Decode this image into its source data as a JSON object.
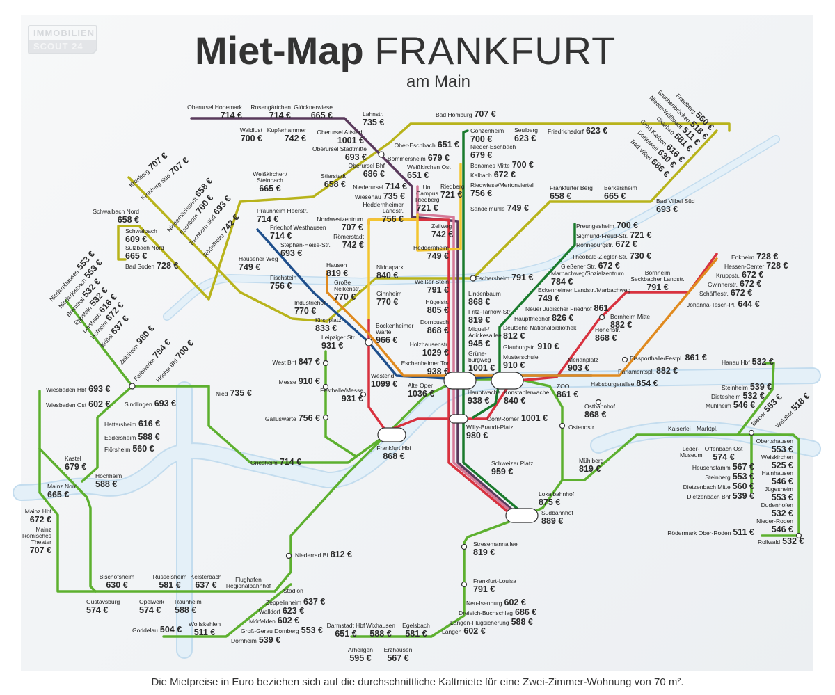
{
  "logo": {
    "line1": "IMMOBILIEN",
    "line2": "SCOUT 24"
  },
  "header": {
    "title_bold": "Miet-Map",
    "title_city": "FRANKFURT",
    "subtitle": "am Main"
  },
  "footer": "Die Mietpreise in Euro beziehen sich auf die durchschnittliche Kaltmiete für eine Zwei-Zimmer-Wohnung von 70 m².",
  "colors": {
    "s_bahn": "#5db02f",
    "olive": "#b8b31b",
    "u_purple": "#5a3a5c",
    "u_green": "#1b7b2d",
    "u_red": "#d8323f",
    "u_yellow": "#f3c531",
    "u_orange": "#e08a1f",
    "u_blue": "#1f4f8c",
    "u_pink": "#d57a98",
    "river": "#dcecf6"
  },
  "stations": [
    {
      "name": "Oberursel Hohemark",
      "price": "714 €"
    },
    {
      "name": "Rosengärtchen",
      "price": "714 €"
    },
    {
      "name": "Glöcknerwiese",
      "price": "665 €"
    },
    {
      "name": "Waldlust",
      "price": "700 €"
    },
    {
      "name": "Kupferhammer",
      "price": "742 €"
    },
    {
      "name": "Lahnstr.",
      "price": "735 €"
    },
    {
      "name": "Oberursel Altstadt",
      "price": "1001 €"
    },
    {
      "name": "Oberursel Stadtmitte",
      "price": "693 €"
    },
    {
      "name": "Oberursel Bhf",
      "price": "686 €"
    },
    {
      "name": "Niederursel",
      "price": "714 €"
    },
    {
      "name": "Wiesenau",
      "price": "735 €"
    },
    {
      "name": "Heddernheimer Landstr.",
      "price": "756 €"
    },
    {
      "name": "Bad Homburg",
      "price": "707 €"
    },
    {
      "name": "Seulberg",
      "price": "623 €"
    },
    {
      "name": "Friedrichsdorf",
      "price": "623 €"
    },
    {
      "name": "Stierstadt",
      "price": "658 €"
    },
    {
      "name": "Weißkirchen/ Steinbach",
      "price": "665 €"
    },
    {
      "name": "Ober-Eschbach",
      "price": "651 €"
    },
    {
      "name": "Bommersheim",
      "price": "679 €"
    },
    {
      "name": "Weißkirchen Ost",
      "price": "651 €"
    },
    {
      "name": "Uni Campus Riedberg",
      "price": "721 €"
    },
    {
      "name": "Riedberg",
      "price": "721 €"
    },
    {
      "name": "Gonzenheim",
      "price": "700 €"
    },
    {
      "name": "Nieder-Eschbach",
      "price": "679 €"
    },
    {
      "name": "Bonames Mitte",
      "price": "700 €"
    },
    {
      "name": "Kalbach",
      "price": "672 €"
    },
    {
      "name": "Riedwiese/Mertonviertel",
      "price": "756 €"
    },
    {
      "name": "Sandelmühle",
      "price": "749 €"
    },
    {
      "name": "Nordwestzentrum",
      "price": "707 €"
    },
    {
      "name": "Römerstadt",
      "price": "742 €"
    },
    {
      "name": "Zeilweg",
      "price": "742 €"
    },
    {
      "name": "Heddernheim",
      "price": "749 €"
    },
    {
      "name": "Niddapark",
      "price": "840 €"
    },
    {
      "name": "Ginnheim",
      "price": "770 €"
    },
    {
      "name": "Hausen",
      "price": "819 €"
    },
    {
      "name": "Große Nelkenstr.",
      "price": "770 €"
    },
    {
      "name": "Eschersheim",
      "price": "791 €"
    },
    {
      "name": "Weißer Stein",
      "price": "791 €"
    },
    {
      "name": "Hügelstr.",
      "price": "805 €"
    },
    {
      "name": "Dornbusch",
      "price": "868 €"
    },
    {
      "name": "Holzhausenstr.",
      "price": "1029 €"
    },
    {
      "name": "Eschenheimer Tor",
      "price": "938 €"
    },
    {
      "name": "Lindenbaum",
      "price": "868 €"
    },
    {
      "name": "Fritz-Tarnow-Str.",
      "price": "819 €"
    },
    {
      "name": "Miquel-/ Adickesallee",
      "price": "945 €"
    },
    {
      "name": "Grüne- burgweg",
      "price": "1001 €"
    },
    {
      "name": "Praunheim Heerstr.",
      "price": "714 €"
    },
    {
      "name": "Friedhof Westhausen",
      "price": "714 €"
    },
    {
      "name": "Stephan-Heise-Str.",
      "price": "693 €"
    },
    {
      "name": "Hausener Weg",
      "price": "749 €"
    },
    {
      "name": "Fischstein",
      "price": "756 €"
    },
    {
      "name": "Industriehof",
      "price": "770 €"
    },
    {
      "name": "Kirchplatz",
      "price": "833 €"
    },
    {
      "name": "Leipziger Str.",
      "price": "931 €"
    },
    {
      "name": "Bockenheimer Warte",
      "price": "966 €"
    },
    {
      "name": "Westend",
      "price": "1099 €"
    },
    {
      "name": "Alte Oper",
      "price": "1036 €"
    },
    {
      "name": "Hauptwache",
      "price": "938 €"
    },
    {
      "name": "Konstablerwache",
      "price": "840 €"
    },
    {
      "name": "Dom/Römer",
      "price": "1001 €"
    },
    {
      "name": "Willy-Brandt-Platz",
      "price": "980 €"
    },
    {
      "name": "Schweizer Platz",
      "price": "959 €"
    },
    {
      "name": "Lokalbahnhof",
      "price": "875 €"
    },
    {
      "name": "Südbahnhof",
      "price": "889 €"
    },
    {
      "name": "Preungesheim",
      "price": "700 €"
    },
    {
      "name": "Sigmund-Freud-Str.",
      "price": "721 €"
    },
    {
      "name": "Ronneburgstr.",
      "price": "672 €"
    },
    {
      "name": "Theobald-Ziegler-Str.",
      "price": "730 €"
    },
    {
      "name": "Gießener Str.",
      "price": "672 €"
    },
    {
      "name": "Marbachweg/Sozialzentrum",
      "price": "784 €"
    },
    {
      "name": "Eckenheimer Landstr./Marbachweg",
      "price": "749 €"
    },
    {
      "name": "Neuer Jüdischer Friedhof",
      "price": "861"
    },
    {
      "name": "Hauptfriedhof",
      "price": "826 €"
    },
    {
      "name": "Deutsche Nationalbibliothek",
      "price": "812 €"
    },
    {
      "name": "Glauburgstr.",
      "price": "910 €"
    },
    {
      "name": "Musterschule",
      "price": "910 €"
    },
    {
      "name": "Bornheim Seckbacher Landstr.",
      "price": "791 €"
    },
    {
      "name": "Bornheim Mitte",
      "price": "882 €"
    },
    {
      "name": "Höhenstr.",
      "price": "868 €"
    },
    {
      "name": "Merianplatz",
      "price": "903 €"
    },
    {
      "name": "Enkheim",
      "price": "728 €"
    },
    {
      "name": "Hessen-Center",
      "price": "728 €"
    },
    {
      "name": "Kruppstr.",
      "price": "672 €"
    },
    {
      "name": "Gwinnerstr.",
      "price": "672 €"
    },
    {
      "name": "Schäfflestr.",
      "price": "672 €"
    },
    {
      "name": "Johanna-Tesch-Pl.",
      "price": "644 €"
    },
    {
      "name": "Eissporthalle/Festpl.",
      "price": "861 €"
    },
    {
      "name": "Parlamentspl.",
      "price": "882 €"
    },
    {
      "name": "Habsburgerallee",
      "price": "854 €"
    },
    {
      "name": "ZOO",
      "price": "861 €"
    },
    {
      "name": "Ostbahnhof",
      "price": "868 €"
    },
    {
      "name": "Hanau Hbf",
      "price": "532 €"
    },
    {
      "name": "Steinheim",
      "price": "539 €"
    },
    {
      "name": "Dietesheim",
      "price": "532 €"
    },
    {
      "name": "Mühlheim",
      "price": "546 €"
    },
    {
      "name": "Bieber",
      "price": "553 €"
    },
    {
      "name": "Waldhof",
      "price": "518 €"
    },
    {
      "name": "Kaiserlei",
      "price": ""
    },
    {
      "name": "Marktpl.",
      "price": ""
    },
    {
      "name": "Leder- Museum",
      "price": ""
    },
    {
      "name": "Offenbach Ost",
      "price": "574 €"
    },
    {
      "name": "Heusenstamm",
      "price": "567 €"
    },
    {
      "name": "Steinberg",
      "price": "553 €"
    },
    {
      "name": "Dietzenbach Mitte",
      "price": "560 €"
    },
    {
      "name": "Dietzenbach Bhf",
      "price": "539 €"
    },
    {
      "name": "Obertshausen",
      "price": "553 €"
    },
    {
      "name": "Weiskirchen",
      "price": "525 €"
    },
    {
      "name": "Hainhausen",
      "price": "546 €"
    },
    {
      "name": "Jügesheim",
      "price": "553 €"
    },
    {
      "name": "Dudenhofen",
      "price": "532 €"
    },
    {
      "name": "Nieder-Roden",
      "price": "546 €"
    },
    {
      "name": "Rödermark Ober-Roden",
      "price": "511 €"
    },
    {
      "name": "Rollwald",
      "price": "532 €"
    },
    {
      "name": "Mühlberg",
      "price": "819 €"
    },
    {
      "name": "Ostendstr.",
      "price": ""
    },
    {
      "name": "Frankfurter Berg",
      "price": "658 €"
    },
    {
      "name": "Berkersheim",
      "price": "665 €"
    },
    {
      "name": "Bad Vilbel Süd",
      "price": "693 €"
    },
    {
      "name": "Bad Vilbel",
      "price": "686 €"
    },
    {
      "name": "Dortelweil",
      "price": "630 €"
    },
    {
      "name": "Groß Karben",
      "price": "616 €"
    },
    {
      "name": "Okarben",
      "price": "581 €"
    },
    {
      "name": "Nieder-Wöllstadt",
      "price": "511 €"
    },
    {
      "name": "Bruchenbrücken",
      "price": "518 €"
    },
    {
      "name": "Friedberg",
      "price": "560 €"
    },
    {
      "name": "Kronberg",
      "price": "707 €"
    },
    {
      "name": "Kronberg Süd",
      "price": "707 €"
    },
    {
      "name": "Schwalbach Nord",
      "price": "658 €"
    },
    {
      "name": "Schwalbach",
      "price": "609 €"
    },
    {
      "name": "Sulzbach Nord",
      "price": "665 €"
    },
    {
      "name": "Bad Soden",
      "price": "728 €"
    },
    {
      "name": "Niederhöchstadt",
      "price": "658 €"
    },
    {
      "name": "Eschborn",
      "price": "700 €"
    },
    {
      "name": "Eschborn Süd",
      "price": "693 €"
    },
    {
      "name": "Rödelheim",
      "price": "742 €"
    },
    {
      "name": "Niedernhausen",
      "price": "553 €"
    },
    {
      "name": "Niederjosbach",
      "price": "553 €"
    },
    {
      "name": "Bremthal",
      "price": "532 €"
    },
    {
      "name": "Eppstein",
      "price": "532 €"
    },
    {
      "name": "Lorsbach",
      "price": "616 €"
    },
    {
      "name": "Hofheim",
      "price": "672 €"
    },
    {
      "name": "Kriftel",
      "price": "637 €"
    },
    {
      "name": "Zeilsheim",
      "price": "980 €"
    },
    {
      "name": "Farbwerke",
      "price": "784 €"
    },
    {
      "name": "Höchst Bhf",
      "price": "700 €"
    },
    {
      "name": "Wiesbaden Hbf",
      "price": "693 €"
    },
    {
      "name": "Wiesbaden Ost",
      "price": "602 €"
    },
    {
      "name": "Sindlingen",
      "price": "693 €"
    },
    {
      "name": "Nied",
      "price": "735 €"
    },
    {
      "name": "Hattersheim",
      "price": "616 €"
    },
    {
      "name": "Eddersheim",
      "price": "588 €"
    },
    {
      "name": "Flörsheim",
      "price": "560 €"
    },
    {
      "name": "Kastel",
      "price": "679 €"
    },
    {
      "name": "Hochheim",
      "price": "588 €"
    },
    {
      "name": "Mainz Nord",
      "price": "665 €"
    },
    {
      "name": "Mainz Hbf",
      "price": "672 €"
    },
    {
      "name": "Mainz Römisches Theater",
      "price": "707 €"
    },
    {
      "name": "West Bhf",
      "price": "847 €"
    },
    {
      "name": "Messe",
      "price": "910 €"
    },
    {
      "name": "Galluswarte",
      "price": "756 €"
    },
    {
      "name": "Festhalle/Messe",
      "price": "931 €"
    },
    {
      "name": "Frankfurt Hbf",
      "price": "868 €"
    },
    {
      "name": "Griesheim",
      "price": "714 €"
    },
    {
      "name": "Niederrad Bf",
      "price": "812 €"
    },
    {
      "name": "Bischofsheim",
      "price": "630 €"
    },
    {
      "name": "Rüsselsheim",
      "price": "581 €"
    },
    {
      "name": "Kelsterbach",
      "price": "637 €"
    },
    {
      "name": "Flughafen Regionalbahnhof",
      "price": ""
    },
    {
      "name": "Stadion",
      "price": ""
    },
    {
      "name": "Gustavsburg",
      "price": "574 €"
    },
    {
      "name": "Opelwerk",
      "price": "574 €"
    },
    {
      "name": "Raunheim",
      "price": "588 €"
    },
    {
      "name": "Goddelau",
      "price": "504 €"
    },
    {
      "name": "Wolfskehlen",
      "price": "511 €"
    },
    {
      "name": "Zeppelinheim",
      "price": "637 €"
    },
    {
      "name": "Walldorf",
      "price": "623 €"
    },
    {
      "name": "Mörfelden",
      "price": "602 €"
    },
    {
      "name": "Groß-Gerau Dornberg",
      "price": "553 €"
    },
    {
      "name": "Dornheim",
      "price": "539 €"
    },
    {
      "name": "Darmstadt Hbf",
      "price": "651 €"
    },
    {
      "name": "Wixhausen",
      "price": "588 €"
    },
    {
      "name": "Egelsbach",
      "price": "581 €"
    },
    {
      "name": "Langen",
      "price": "602 €"
    },
    {
      "name": "Arheilgen",
      "price": "595 €"
    },
    {
      "name": "Erzhausen",
      "price": "567 €"
    },
    {
      "name": "Langen-Flugsicherung",
      "price": "588 €"
    },
    {
      "name": "Dreieich-Buchschlag",
      "price": "686 €"
    },
    {
      "name": "Neu-Isenburg",
      "price": "602 €"
    },
    {
      "name": "Frankfurt-Louisa",
      "price": "791 €"
    },
    {
      "name": "Stresemannallee",
      "price": "819 €"
    }
  ]
}
